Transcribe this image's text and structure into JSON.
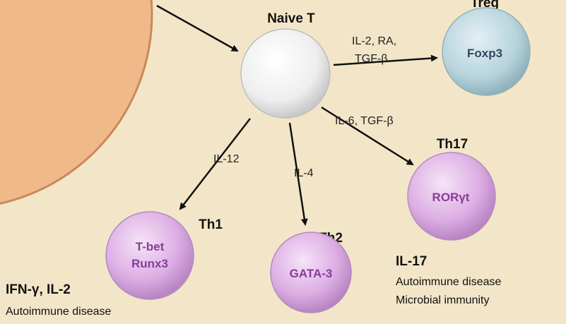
{
  "nodes": {
    "naive": {
      "title": "Naive T"
    },
    "treg": {
      "title": "Treg",
      "tf": "Foxp3"
    },
    "th17": {
      "title": "Th17",
      "tf": "RORγt",
      "cytokine": "IL-17",
      "notes": [
        "Autoimmune disease",
        "Microbial immunity"
      ]
    },
    "th1": {
      "title": "Th1",
      "tf": [
        "T-bet",
        "Runx3"
      ],
      "cytokine": "IFN-γ, IL-2",
      "notes": [
        "Autoimmune disease"
      ]
    },
    "th2": {
      "title": "Th2",
      "tf": "GATA-3"
    }
  },
  "edges": {
    "treg": [
      "IL-2, RA,",
      "TGF-β"
    ],
    "th17": "IL-6, TGF-β",
    "th1": "IL-12",
    "th2": "IL-4"
  },
  "colors": {
    "background": "#f3e6c8",
    "apc": "#f0b98a",
    "purple_cell": "#d9a8e0",
    "blue_cell": "#b6d3dc",
    "white_cell": "#f4f4f4"
  }
}
